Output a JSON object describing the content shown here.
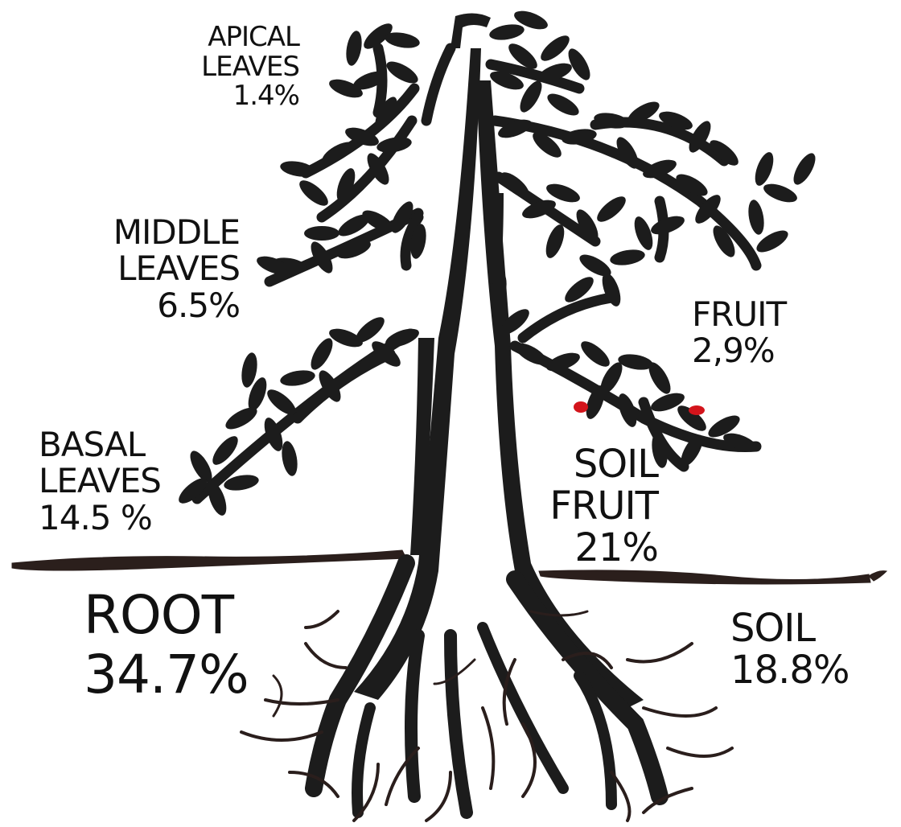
{
  "labels": {
    "apical": {
      "line1": "APICAL",
      "line2": "LEAVES",
      "value": "1.4%"
    },
    "middle": {
      "line1": "MIDDLE",
      "line2": "LEAVES",
      "value": "6.5%"
    },
    "basal": {
      "line1": "BASAL",
      "line2": "LEAVES",
      "value": "14.5 %"
    },
    "fruit": {
      "line1": "FRUIT",
      "value": "2,9%"
    },
    "soil_fruit": {
      "line1": "SOIL",
      "line2": "FRUIT",
      "value": "21%"
    },
    "root": {
      "line1": "ROOT",
      "value": "34.7%"
    },
    "soil": {
      "line1": "SOIL",
      "value": "18.8%"
    }
  },
  "colors": {
    "ink": "#1c1c1c",
    "root_ink": "#2a1e1c",
    "fruit": "#d3141b",
    "ground": "#2b1f1c"
  }
}
